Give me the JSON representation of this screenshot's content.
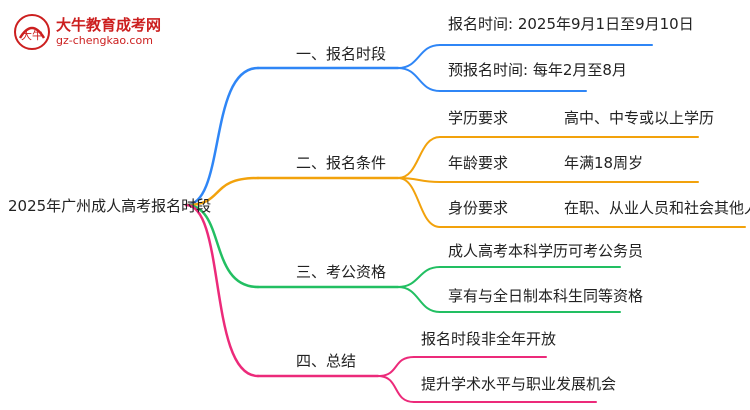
{
  "logo": {
    "title": "大牛教育成考网",
    "url": "gz-chengkao.com",
    "mark_text": "大牛"
  },
  "root": {
    "label": "2025年广州成人高考报名时段"
  },
  "branches": [
    {
      "label": "一、报名时段",
      "color": "#2f86f6",
      "items": [
        {
          "label": "报名时间: 2025年9月1日至9月10日"
        },
        {
          "label": "预报名时间: 每年2月至8月"
        }
      ]
    },
    {
      "label": "二、报名条件",
      "color": "#f2a20c",
      "items": [
        {
          "label": "学历要求",
          "value": "高中、中专或以上学历"
        },
        {
          "label": "年龄要求",
          "value": "年满18周岁"
        },
        {
          "label": "身份要求",
          "value": "在职、从业人员和社会其他人员"
        }
      ]
    },
    {
      "label": "三、考公资格",
      "color": "#22bf62",
      "items": [
        {
          "label": "成人高考本科学历可考公务员"
        },
        {
          "label": "享有与全日制本科生同等资格"
        }
      ]
    },
    {
      "label": "四、总结",
      "color": "#ec2a7a",
      "items": [
        {
          "label": "报名时段非全年开放"
        },
        {
          "label": "提升学术水平与职业发展机会"
        }
      ]
    }
  ]
}
